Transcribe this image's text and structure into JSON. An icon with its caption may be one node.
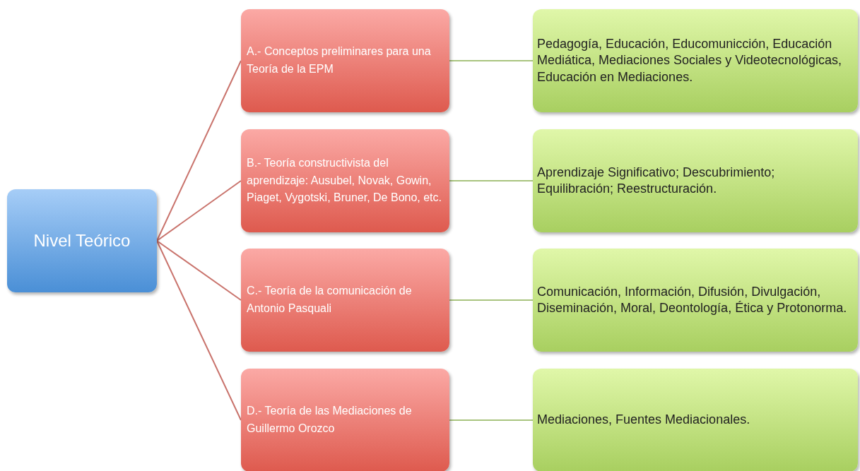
{
  "diagram": {
    "nodes": [
      {
        "text": [
          "Nivel Teórico"
        ]
      },
      {
        "text": [
          "A.- Conceptos preliminares para una Teoría de la EPM"
        ]
      },
      {
        "text": [
          "B.- Teoría constructivista del aprendizaje: Ausubel, Novak, Gowin, Piaget, Vygotski, Bruner, De Bono, etc."
        ]
      },
      {
        "text": [
          "C.- Teoría de la comunicación de Antonio Pasquali"
        ]
      },
      {
        "text": [
          "D.- Teoría de las Mediaciones de Guillermo Orozco"
        ]
      },
      {
        "text": [
          "Pedagogía, Educación, Educomunicción, Educación Mediática, Mediaciones Sociales y Videotecnológicas, Educación en Mediaciones."
        ]
      },
      {
        "text": [
          "Aprendizaje Significativo;  Descubrimiento; Equilibración; Reestructuración."
        ]
      },
      {
        "text": [
          "Comunicación, Información, Difusión, Divulgación, Diseminación, Moral, Deontología, Ética y Protonorma."
        ]
      },
      {
        "text": [
          "Mediaciones, Fuentes Mediacionales."
        ]
      }
    ],
    "edges": [
      {
        "from": 0,
        "to": 1,
        "arrow": "none"
      },
      {
        "from": 0,
        "to": 2,
        "arrow": "none"
      },
      {
        "from": 0,
        "to": 3,
        "arrow": "none"
      },
      {
        "from": 0,
        "to": 4,
        "arrow": "none"
      },
      {
        "from": 1,
        "to": 5,
        "arrow": "none",
        "color": "#a9c47f"
      },
      {
        "from": 2,
        "to": 6,
        "arrow": "none",
        "color": "#a9c47f"
      },
      {
        "from": 3,
        "to": 7,
        "arrow": "none",
        "color": "#a9c47f"
      },
      {
        "from": 4,
        "to": 8,
        "arrow": "none",
        "color": "#a9c47f"
      }
    ]
  }
}
